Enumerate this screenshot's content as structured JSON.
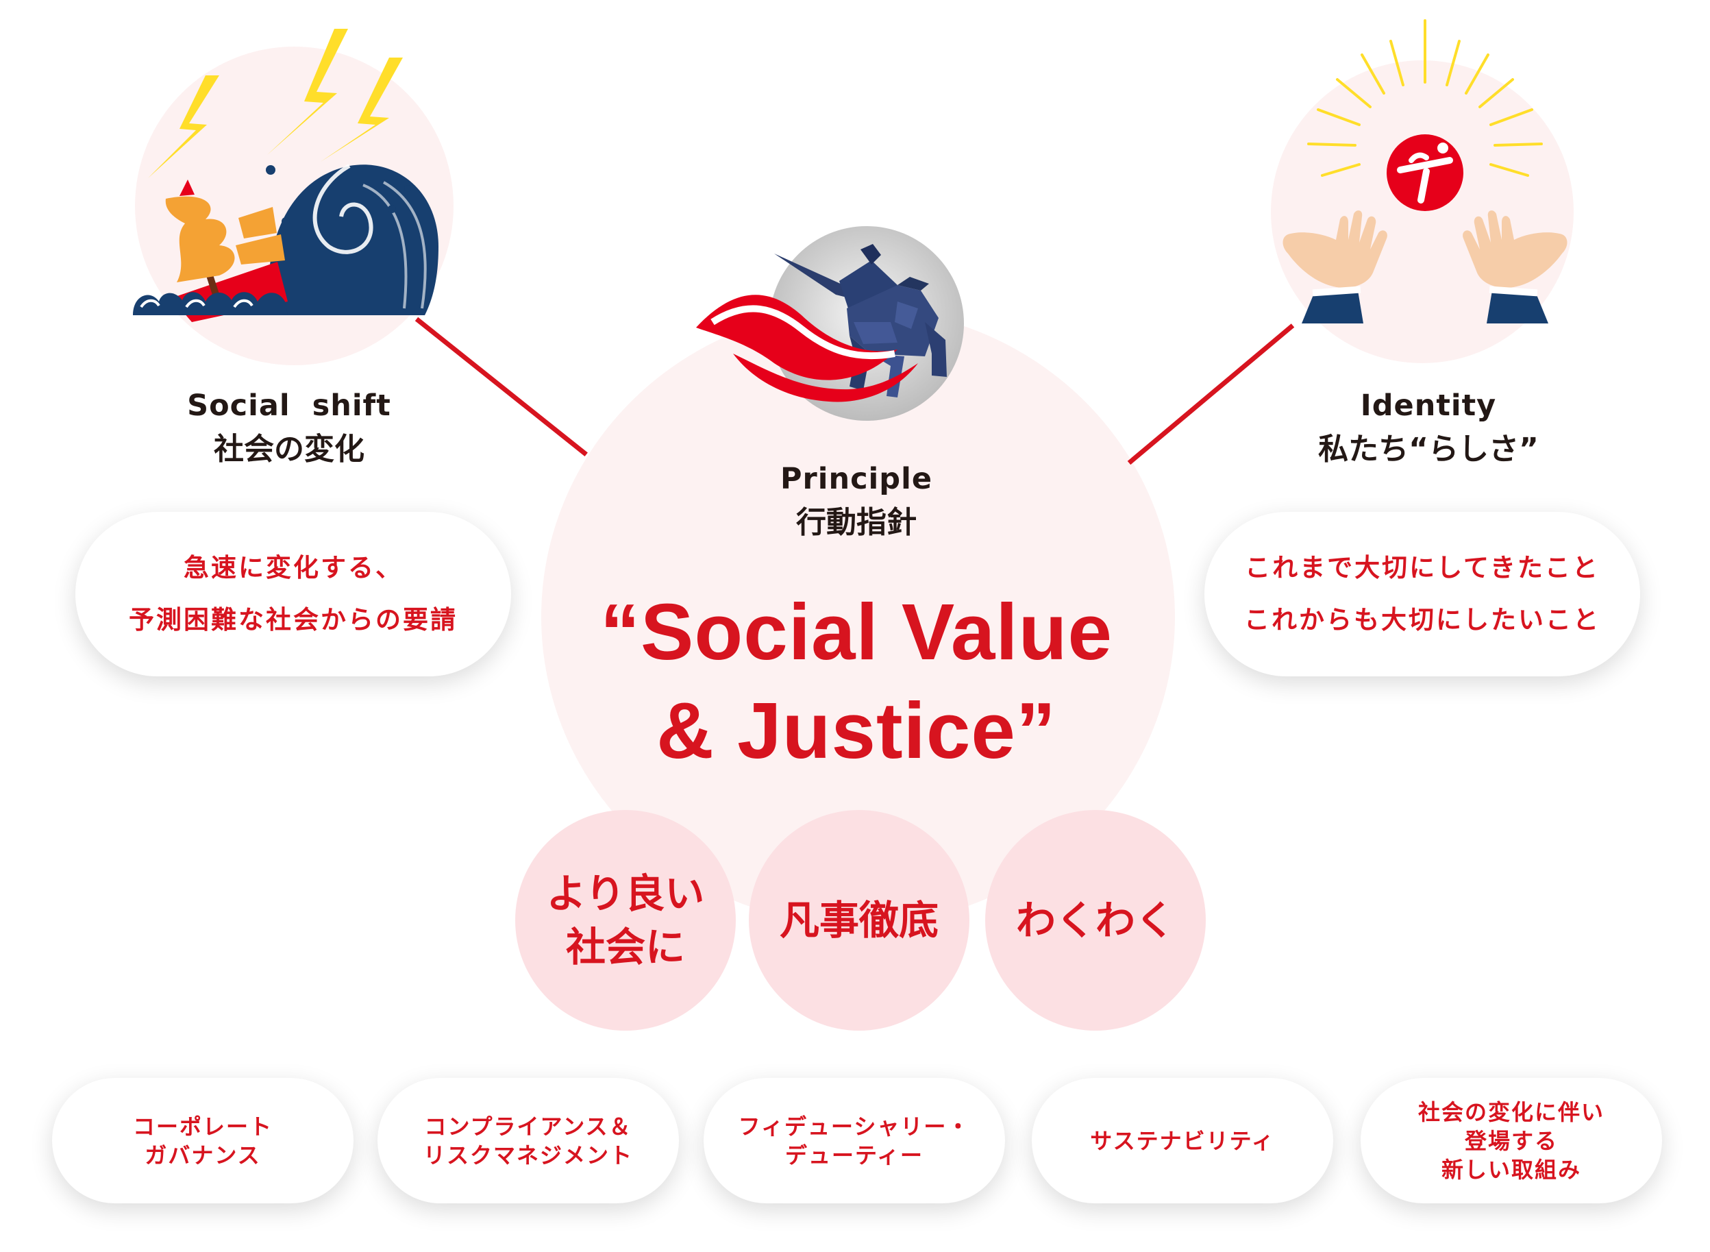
{
  "social_shift": {
    "label_en": "Social  shift",
    "label_ja": "社会の変化",
    "lines": [
      "急速に変化する、",
      "予測困難な社会からの要請"
    ],
    "icon": "storm-wave-ship-icon"
  },
  "principle": {
    "label_en": "Principle",
    "label_ja": "行動指針",
    "slogan_lines": [
      "“Social Value",
      "& Justice”"
    ],
    "icon": "samurai-horse-banner-icon"
  },
  "identity": {
    "label_en": "Identity",
    "label_ja": "私たち“らしさ”",
    "lines": [
      "これまで大切にしてきたこと",
      "これからも大切にしたいこと"
    ],
    "icon": "hands-radiant-logo-icon"
  },
  "values": [
    {
      "lines": [
        "より良い",
        "社会に"
      ]
    },
    {
      "lines": [
        "凡事徹底"
      ]
    },
    {
      "lines": [
        "わくわく"
      ]
    }
  ],
  "initiatives": [
    {
      "lines": [
        "コーポレート",
        "ガバナンス"
      ]
    },
    {
      "lines": [
        "コンプライアンス＆",
        "リスクマネジメント"
      ]
    },
    {
      "lines": [
        "フィデューシャリー・",
        "デューティー"
      ]
    },
    {
      "lines": [
        "サステナビリティ"
      ]
    },
    {
      "lines": [
        "社会の変化に伴い",
        "登場する",
        "新しい取組み"
      ]
    }
  ],
  "colors": {
    "accent_red": "#d7141f",
    "navy": "#173f6f",
    "yellow": "#ffde2a",
    "pale_pink": "#fdf1f1",
    "value_pink": "#fce0e3",
    "skin": "#f6cda9"
  }
}
